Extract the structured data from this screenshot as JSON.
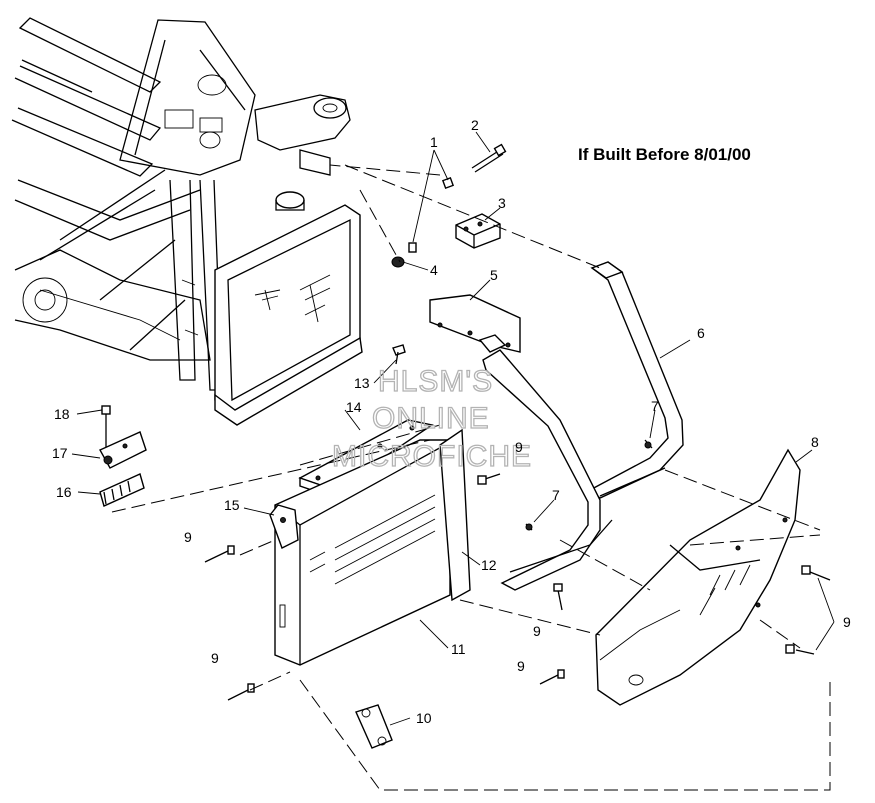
{
  "diagram": {
    "note": "If Built Before 8/01/00",
    "watermark": [
      "HLSM'S",
      "ONLINE",
      "MICROFICHE"
    ],
    "callouts": {
      "c1": "1",
      "c2": "2",
      "c3": "3",
      "c4": "4",
      "c5": "5",
      "c6": "6",
      "c7a": "7",
      "c7b": "7",
      "c8": "8",
      "c9a": "9",
      "c9b": "9",
      "c9c": "9",
      "c9d": "9",
      "c9e": "9",
      "c9f": "9",
      "c10": "10",
      "c11": "11",
      "c12": "12",
      "c13": "13",
      "c14": "14",
      "c15": "15",
      "c16": "16",
      "c17": "17",
      "c18": "18"
    }
  }
}
